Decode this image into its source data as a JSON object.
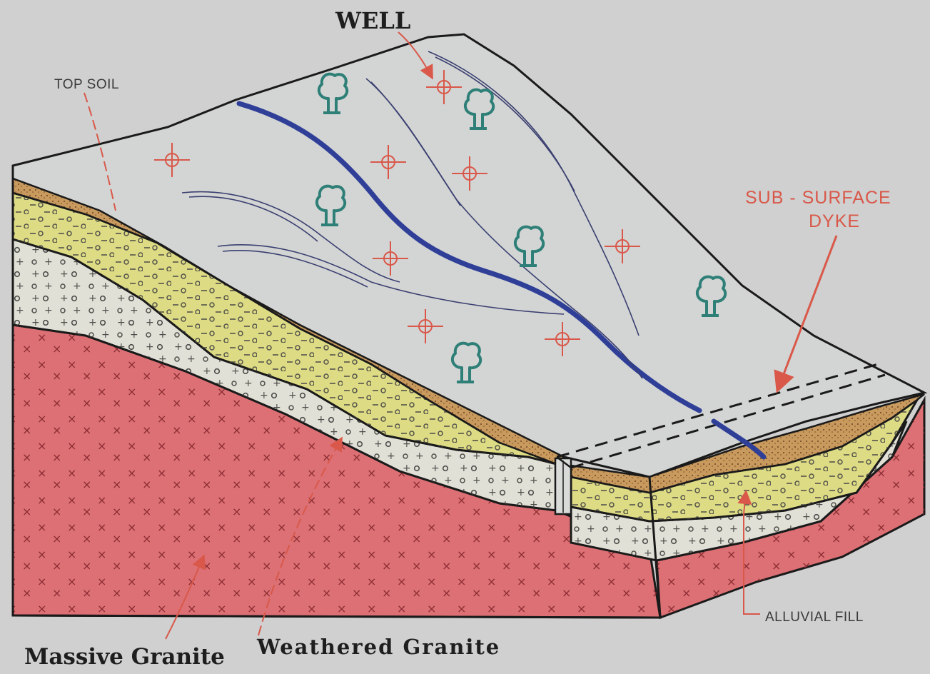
{
  "labels": {
    "well": "WELL",
    "top_soil": "TOP SOIL",
    "sub_surface_line1": "SUB - SURFACE",
    "sub_surface_line2": "DYKE",
    "alluvial_fill": "ALLUVIAL FILL",
    "weathered_granite": "Weathered Granite",
    "massive_granite": "Massive Granite"
  },
  "colors": {
    "background": "#cfd0cf",
    "surface": "#d3d5d4",
    "top_soil": "#c99a5e",
    "alluvium": "#dedb85",
    "weathered_granite": "#e1e0d6",
    "massive_granite": "#dc7074",
    "stream": "#2f3f98",
    "well_symbol": "#d9584a",
    "tree": "#2e7f77",
    "label_arrow": "#d9584a"
  },
  "legend_symbols": {
    "well_marker": "crosshair-circle",
    "tree_marker": "tree",
    "massive_granite_pattern": "x",
    "weathered_granite_pattern": "plus-and-circle",
    "alluvium_pattern": "dash-circle"
  }
}
